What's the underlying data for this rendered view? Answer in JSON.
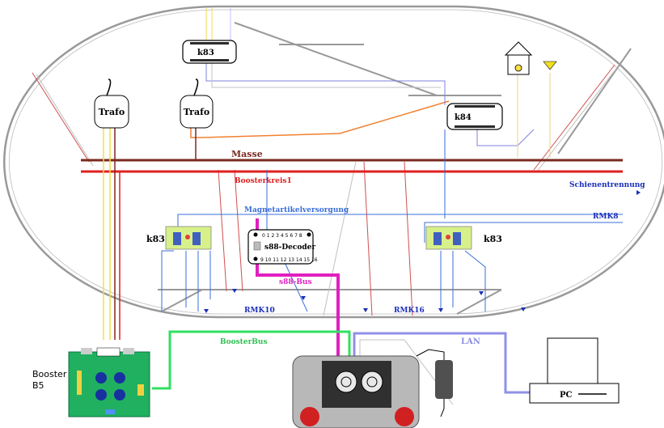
{
  "labels": {
    "masse": "Masse",
    "boosterkreis": "Boosterkreis1",
    "schienentrennung": "Schienentrennung",
    "magnetartikel": "Magnetartikelversorgung",
    "rmk8": "RMK8",
    "rmk10": "RMK10",
    "rmk16": "RMK16",
    "s88bus": "s88-Bus",
    "boosterbus": "BoosterBus",
    "lan": "LAN",
    "pc": "PC",
    "booster_line1": "Booster",
    "booster_line2": "B5"
  },
  "devices": {
    "trafo1": "Trafo",
    "trafo2": "Trafo",
    "k83_top": "k83",
    "k84": "k84",
    "k83_left": "k83",
    "k83_right": "k83",
    "s88_decoder": "s88-Decoder",
    "s88_top_pins": "0 1 2 3 4 5 6 7 8",
    "s88_bottom_pins": "9 10 11 12 13 14 15 16"
  },
  "colors": {
    "masse": "#7a2a1f",
    "boosterkreis": "#e02020",
    "magnetartikel": "#3a6fd8",
    "rmk": "#1a2fb8",
    "s88bus": "#e020c0",
    "boosterbus": "#30e060",
    "lan": "#9090e8",
    "trafo_yellow": "#f0e040",
    "orange": "#f08030"
  }
}
